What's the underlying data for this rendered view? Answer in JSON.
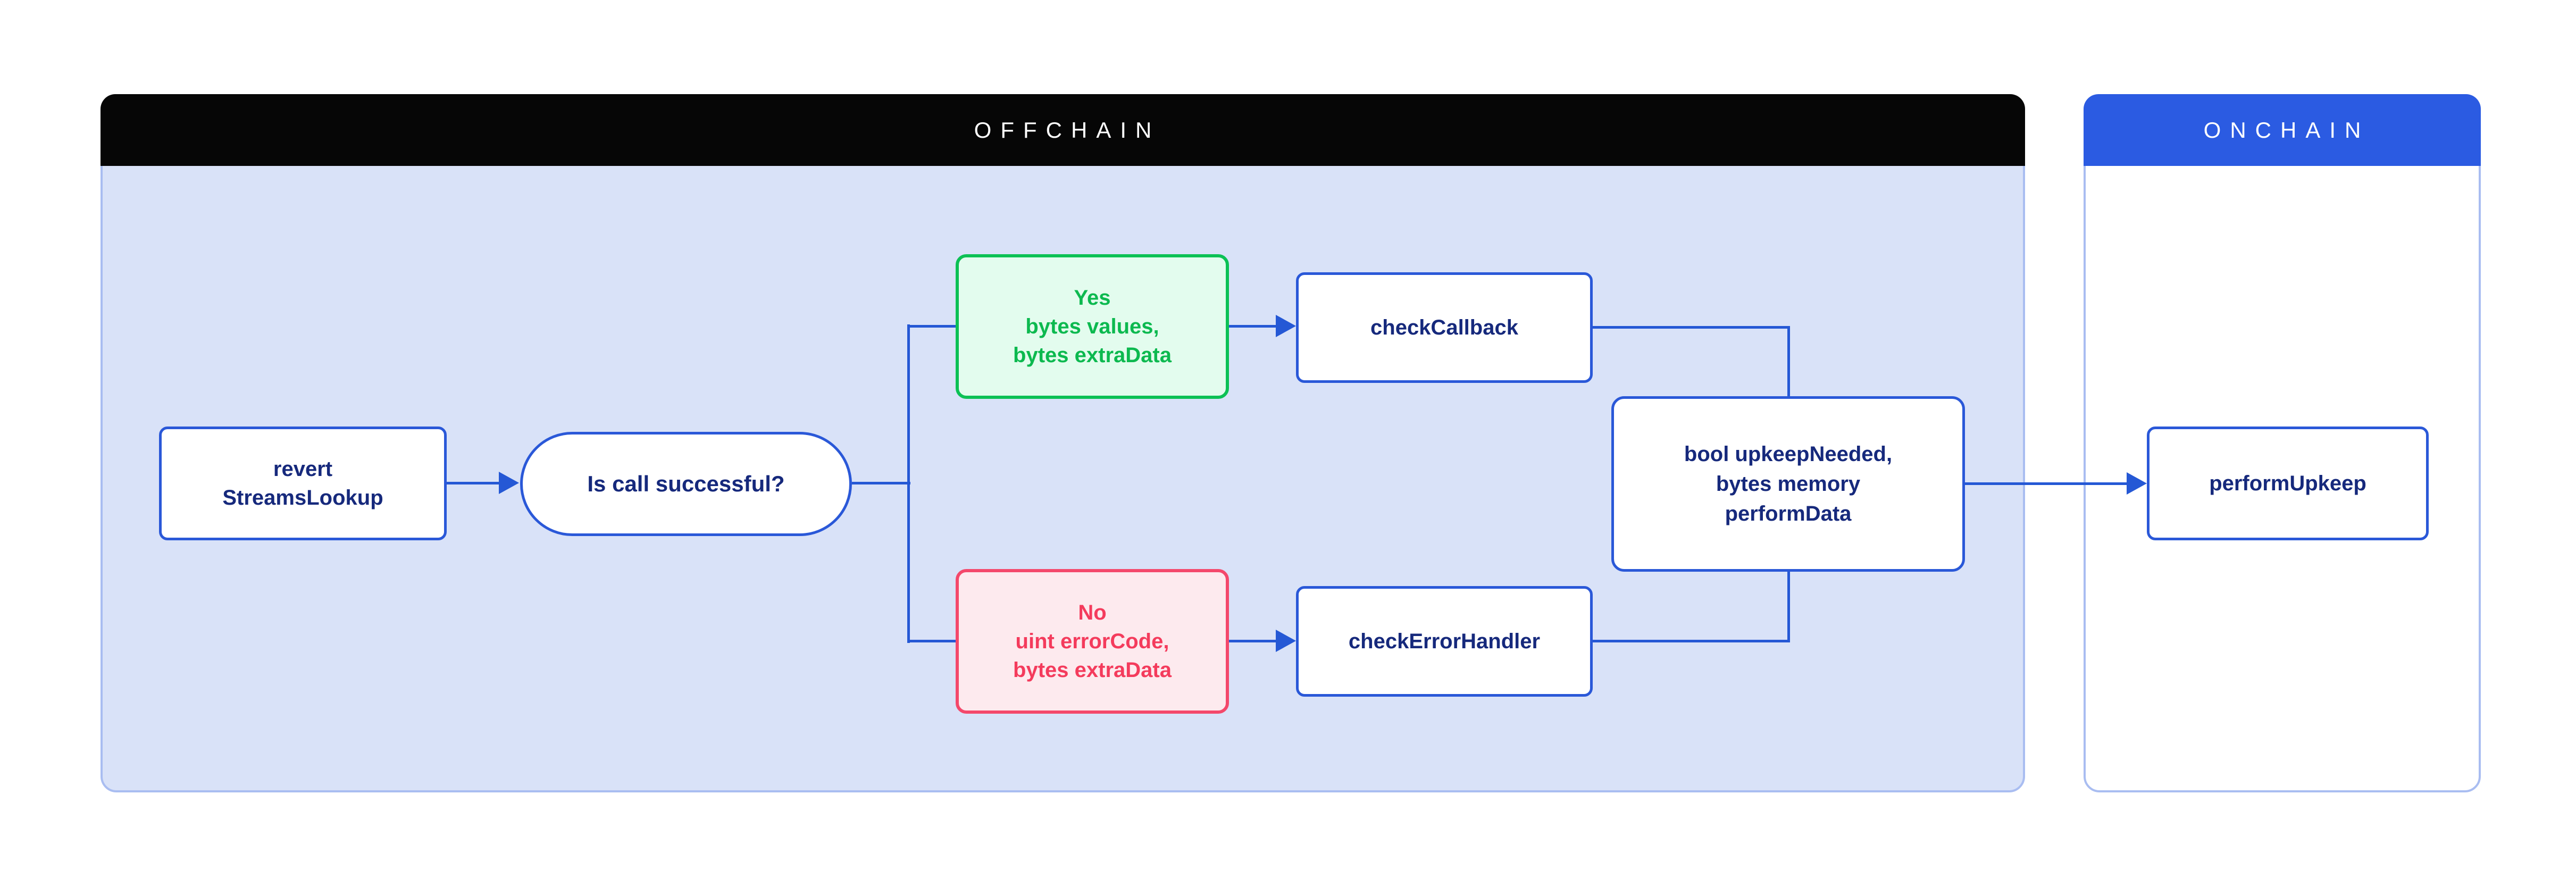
{
  "colors": {
    "page-bg": "#ffffff",
    "offchain-header-bg": "#060606",
    "offchain-body-bg": "#d9e2f8",
    "onchain-header-bg": "#2b5be2",
    "onchain-body-bg": "#ffffff",
    "container-border": "#a9bdf1",
    "header-text": "#ffffff",
    "line-blue": "#2558d5",
    "node-border-blue": "#2a58d8",
    "node-text-navy": "#16297c",
    "green-border": "#0cc155",
    "green-bg": "#e3fcee",
    "green-text": "#0cb94f",
    "red-border": "#f4486b",
    "red-bg": "#fdeaee",
    "red-text": "#f43b5c"
  },
  "offchain": {
    "title": "OFFCHAIN"
  },
  "onchain": {
    "title": "ONCHAIN"
  },
  "nodes": {
    "revert": {
      "label": "revert\nStreamsLookup"
    },
    "decision": {
      "label": "Is call successful?"
    },
    "yes": {
      "label": "Yes\nbytes values,\nbytes extraData"
    },
    "checkCallback": {
      "label": "checkCallback"
    },
    "no": {
      "label": "No\nuint errorCode,\nbytes extraData"
    },
    "checkErrorHandler": {
      "label": "checkErrorHandler"
    },
    "upkeepResult": {
      "label": "bool upkeepNeeded,\nbytes memory\nperformData"
    },
    "performUpkeep": {
      "label": "performUpkeep"
    }
  },
  "edges": [
    {
      "from": "revert",
      "to": "decision",
      "arrow": true
    },
    {
      "from": "decision",
      "to": "yes",
      "arrow": false
    },
    {
      "from": "decision",
      "to": "no",
      "arrow": false
    },
    {
      "from": "yes",
      "to": "checkCallback",
      "arrow": true
    },
    {
      "from": "no",
      "to": "checkErrorHandler",
      "arrow": true
    },
    {
      "from": "checkCallback",
      "to": "upkeepResult",
      "arrow": false
    },
    {
      "from": "checkErrorHandler",
      "to": "upkeepResult",
      "arrow": false
    },
    {
      "from": "upkeepResult",
      "to": "performUpkeep",
      "arrow": true
    }
  ]
}
